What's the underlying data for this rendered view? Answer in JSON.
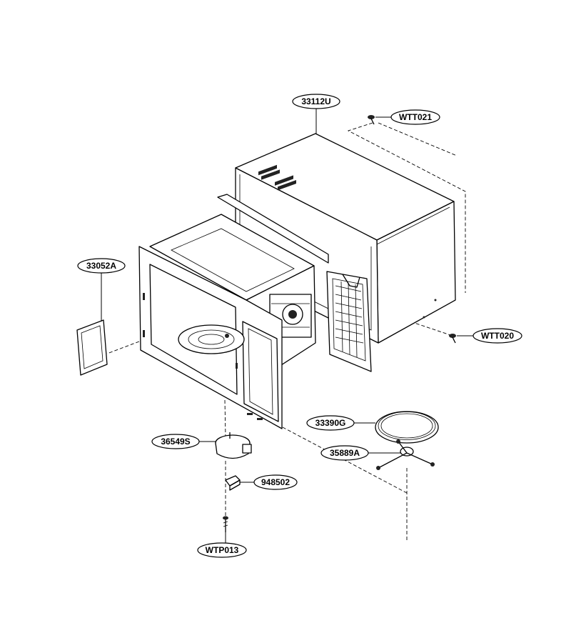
{
  "parts": [
    {
      "id": "cabinet",
      "code": "33112U"
    },
    {
      "id": "screw-top",
      "code": "WTT021"
    },
    {
      "id": "screw-right",
      "code": "WTT020"
    },
    {
      "id": "side-cover",
      "code": "33052A"
    },
    {
      "id": "turntable-tray",
      "code": "33390G"
    },
    {
      "id": "roller-guide",
      "code": "35889A"
    },
    {
      "id": "turntable-motor",
      "code": "36549S"
    },
    {
      "id": "coupler",
      "code": "948502"
    },
    {
      "id": "screw-bottom",
      "code": "WTP013"
    }
  ]
}
